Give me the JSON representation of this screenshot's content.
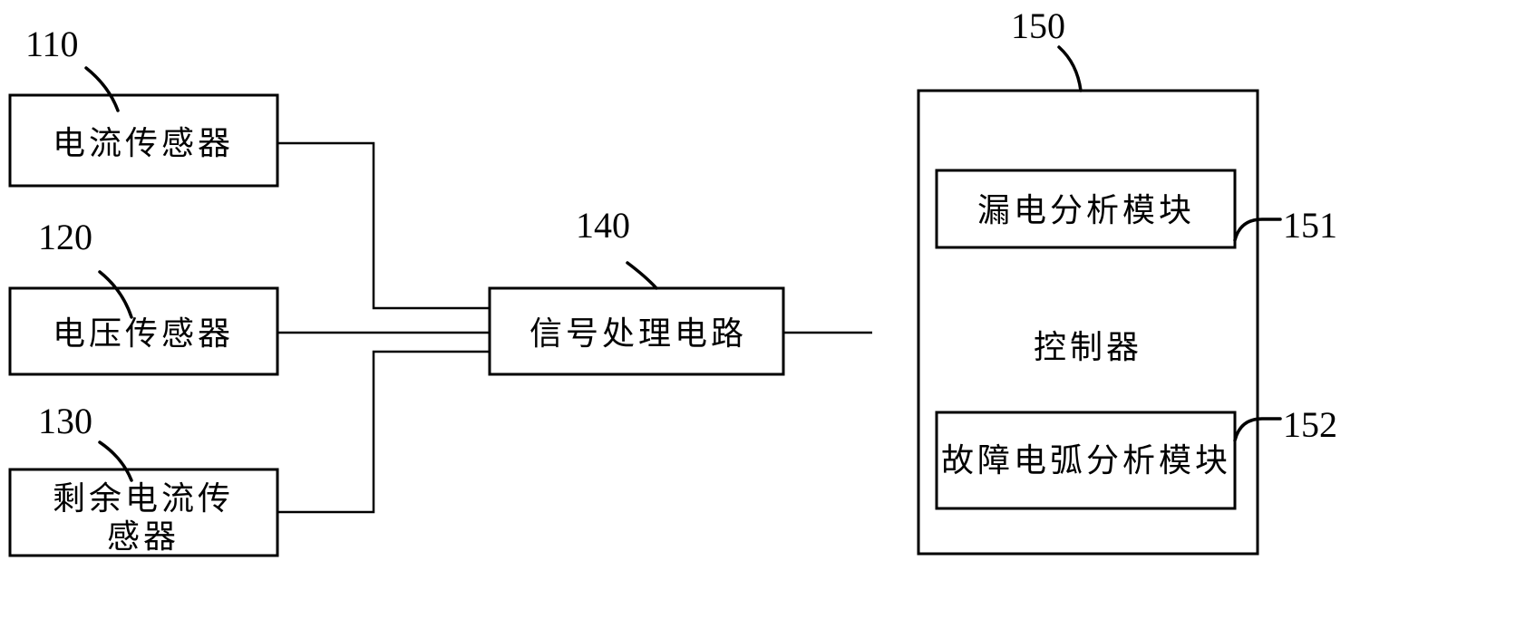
{
  "diagram": {
    "type": "block-diagram",
    "blocks": [
      {
        "id": "110",
        "ref": "110",
        "label": "电流传感器"
      },
      {
        "id": "120",
        "ref": "120",
        "label": "电压传感器"
      },
      {
        "id": "130",
        "ref": "130",
        "label_line1": "剩余电流传",
        "label_line2": "感器"
      },
      {
        "id": "140",
        "ref": "140",
        "label": "信号处理电路"
      },
      {
        "id": "150",
        "ref": "150",
        "label": "控制器"
      },
      {
        "id": "151",
        "ref": "151",
        "label": "漏电分析模块"
      },
      {
        "id": "152",
        "ref": "152",
        "label": "故障电弧分析模块"
      }
    ],
    "connections": [
      {
        "from": "110",
        "to": "140"
      },
      {
        "from": "120",
        "to": "140"
      },
      {
        "from": "130",
        "to": "140"
      },
      {
        "from": "140",
        "to": "150"
      }
    ],
    "containment": [
      {
        "parent": "150",
        "children": [
          "151",
          "152"
        ]
      }
    ]
  }
}
